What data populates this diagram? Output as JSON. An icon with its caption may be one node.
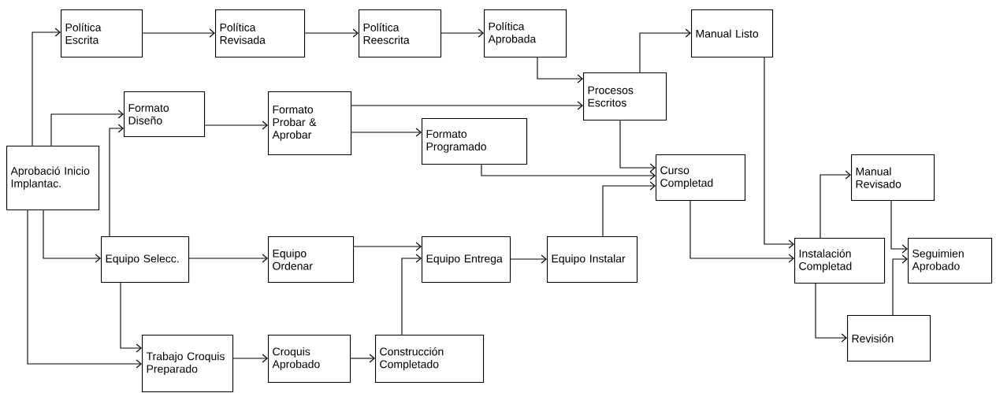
{
  "diagram": {
    "nodes": [
      {
        "text": [
          "Aprobació Inicio Implantac."
        ]
      },
      {
        "text": [
          "Política Escrita"
        ]
      },
      {
        "text": [
          "Política Revisada"
        ]
      },
      {
        "text": [
          "Política Reescrita"
        ]
      },
      {
        "text": [
          "Política Aprobada"
        ]
      },
      {
        "text": [
          "Manual Listo"
        ]
      },
      {
        "text": [
          "Formato Diseño"
        ]
      },
      {
        "text": [
          "Formato Probar & Aprobar"
        ]
      },
      {
        "text": [
          "Procesos Escritos"
        ]
      },
      {
        "text": [
          "Formato Programado"
        ]
      },
      {
        "text": [
          "Curso Completad"
        ]
      },
      {
        "text": [
          "Equipo Selecc."
        ]
      },
      {
        "text": [
          "Equipo Ordenar"
        ]
      },
      {
        "text": [
          "Equipo Entrega"
        ]
      },
      {
        "text": [
          "Equipo Instalar"
        ]
      },
      {
        "text": [
          "Manual Revisado"
        ]
      },
      {
        "text": [
          "Instalación Completad"
        ]
      },
      {
        "text": [
          "Seguimien Aprobado"
        ]
      },
      {
        "text": [
          "Trabajo Croquis Preparado"
        ]
      },
      {
        "text": [
          "Croquis Aprobado"
        ]
      },
      {
        "text": [
          "Construcción Completado"
        ]
      },
      {
        "text": [
          "Revisión"
        ]
      }
    ],
    "edges": [
      {
        "from": 0,
        "to": 1,
        "arrow": "to"
      },
      {
        "from": 0,
        "to": 6,
        "arrow": "to"
      },
      {
        "from": 11,
        "to": 6,
        "arrow": "to"
      },
      {
        "from": 0,
        "to": 11,
        "arrow": "to"
      },
      {
        "from": 0,
        "to": 18,
        "arrow": "to"
      },
      {
        "from": 1,
        "to": 2,
        "arrow": "to"
      },
      {
        "from": 2,
        "to": 3,
        "arrow": "to"
      },
      {
        "from": 3,
        "to": 4,
        "arrow": "to"
      },
      {
        "from": 4,
        "to": 8,
        "arrow": "to"
      },
      {
        "from": 8,
        "to": 5,
        "arrow": "to"
      },
      {
        "from": 6,
        "to": 7,
        "arrow": "to"
      },
      {
        "from": 7,
        "to": 8,
        "arrow": "to"
      },
      {
        "from": 7,
        "to": 9,
        "arrow": "to"
      },
      {
        "from": 8,
        "to": 10,
        "arrow": "to"
      },
      {
        "from": 9,
        "to": 10,
        "arrow": "to"
      },
      {
        "from": 14,
        "to": 10,
        "arrow": "to"
      },
      {
        "from": 11,
        "to": 12,
        "arrow": "to"
      },
      {
        "from": 11,
        "to": 18,
        "arrow": "to"
      },
      {
        "from": 12,
        "to": 13,
        "arrow": "to"
      },
      {
        "from": 20,
        "to": 13,
        "arrow": "to"
      },
      {
        "from": 13,
        "to": 14,
        "arrow": "to"
      },
      {
        "from": 18,
        "to": 19,
        "arrow": "to"
      },
      {
        "from": 19,
        "to": 20,
        "arrow": "to"
      },
      {
        "from": 5,
        "to": 16,
        "arrow": "to"
      },
      {
        "from": 10,
        "to": 16,
        "arrow": "to"
      },
      {
        "from": 16,
        "to": 15,
        "arrow": "to"
      },
      {
        "from": 16,
        "to": 21,
        "arrow": "to"
      },
      {
        "from": 15,
        "to": 17,
        "arrow": "to"
      },
      {
        "from": 21,
        "to": 17,
        "arrow": "to"
      }
    ]
  }
}
